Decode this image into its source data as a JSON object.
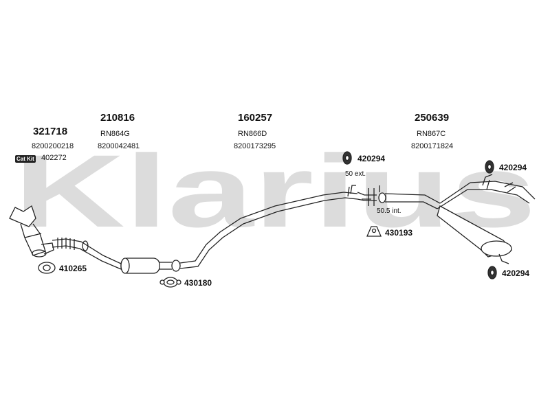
{
  "watermark": "Klarius",
  "groups": [
    {
      "part": "321718",
      "code": "",
      "ref": "8200200218"
    },
    {
      "part": "210816",
      "code": "RN864G",
      "ref": "8200042481"
    },
    {
      "part": "160257",
      "code": "RN866D",
      "ref": "8200173295"
    },
    {
      "part": "250639",
      "code": "RN867C",
      "ref": "8200171824"
    }
  ],
  "cat_kit": {
    "badge": "Cat Kit",
    "number": "402272"
  },
  "accessories": {
    "a410265": "410265",
    "a430180": "430180",
    "a420294_a": "420294",
    "a430193": "430193",
    "a420294_b": "420294",
    "a420294_c": "420294"
  },
  "dimensions": {
    "ext": "50 ext.",
    "int": "50.5 int."
  },
  "colors": {
    "watermark": "#d9d9d9",
    "line": "#222222"
  }
}
